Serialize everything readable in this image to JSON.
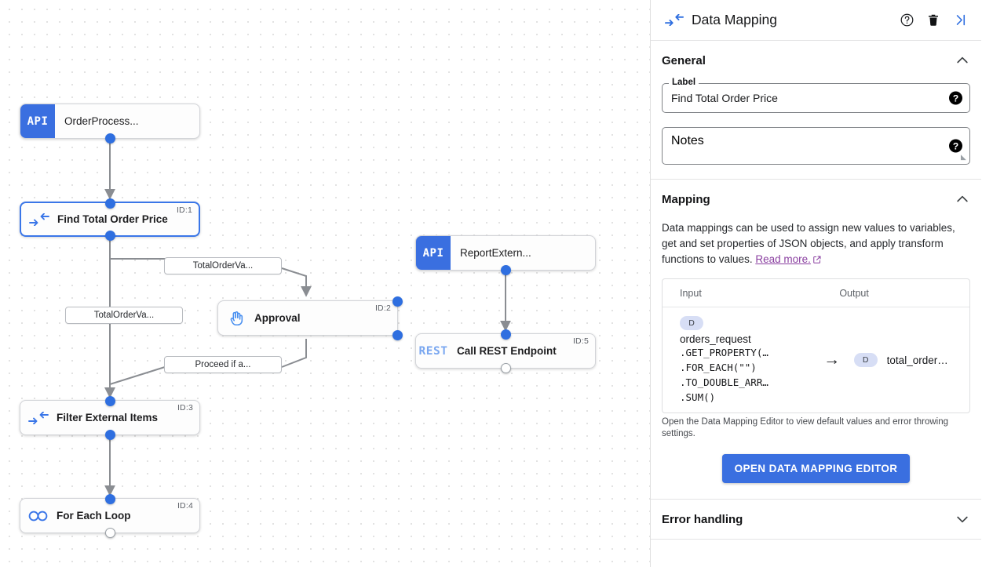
{
  "canvas": {
    "nodes": [
      {
        "id": "n0",
        "kind": "api",
        "badge": "API",
        "title": "OrderProcess...",
        "idlabel": ""
      },
      {
        "id": "n1",
        "kind": "map",
        "badge": "",
        "title": "Find Total Order Price",
        "idlabel": "ID:1"
      },
      {
        "id": "n2",
        "kind": "hand",
        "badge": "",
        "title": "Approval",
        "idlabel": "ID:2"
      },
      {
        "id": "n3",
        "kind": "map",
        "badge": "",
        "title": "Filter External Items",
        "idlabel": "ID:3"
      },
      {
        "id": "n4",
        "kind": "loop",
        "badge": "",
        "title": "For Each Loop",
        "idlabel": "ID:4"
      },
      {
        "id": "n5",
        "kind": "api",
        "badge": "API",
        "title": "ReportExtern...",
        "idlabel": ""
      },
      {
        "id": "n6",
        "kind": "rest",
        "badge": "REST",
        "title": "Call REST Endpoint",
        "idlabel": "ID:5"
      }
    ],
    "edge_labels": [
      {
        "text": "TotalOrderVa..."
      },
      {
        "text": "TotalOrderVa..."
      },
      {
        "text": "Proceed if a..."
      }
    ]
  },
  "panel": {
    "header": {
      "title": "Data Mapping",
      "type_icon": "data-mapping-icon",
      "help_icon": "help-circle-icon",
      "delete_icon": "trash-icon",
      "collapse_icon": "collapse-panel-icon"
    },
    "general": {
      "title": "General",
      "label_legend": "Label",
      "label_value": "Find Total Order Price",
      "notes_placeholder": "Notes"
    },
    "mapping": {
      "title": "Mapping",
      "description_part1": "Data mappings can be used to assign new values to variables, get and set properties of JSON objects, and apply transform functions to values. ",
      "read_more": "Read more.",
      "columns": {
        "input": "Input",
        "output": "Output"
      },
      "rows": [
        {
          "input_badge": "D",
          "input_var": "orders_request",
          "input_fns": [
            ".GET_PROPERTY(…",
            ".FOR_EACH(\"\")",
            ".TO_DOUBLE_ARR…",
            ".SUM()"
          ],
          "arrow": "→",
          "output_badge": "D",
          "output_var": "total_order…"
        }
      ],
      "note": "Open the Data Mapping Editor to view default values and error throwing settings.",
      "button": "OPEN DATA MAPPING EDITOR"
    },
    "error_handling": {
      "title": "Error handling"
    }
  },
  "colors": {
    "accent_blue": "#3a6fe0",
    "selected_border": "#3a76e8",
    "link_purple": "#8a3fa0",
    "chip_bg": "#d7def5"
  }
}
